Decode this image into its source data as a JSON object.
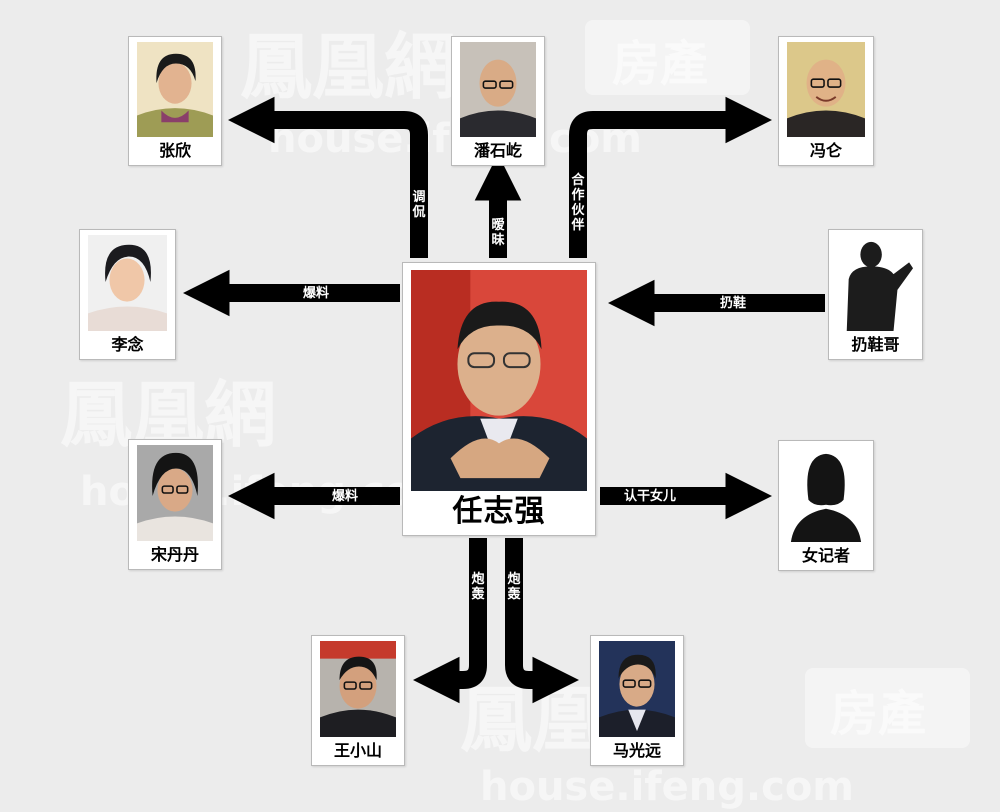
{
  "watermarks": {
    "cn": "鳳凰網",
    "badge": "房產",
    "url": "house.ifeng.com"
  },
  "center": {
    "name": "任志强"
  },
  "nodes": [
    {
      "id": "zhangxin",
      "name": "张欣",
      "relation": "调侃"
    },
    {
      "id": "panshiyi",
      "name": "潘石屹",
      "relation": "暧昧"
    },
    {
      "id": "fenglun",
      "name": "冯仑",
      "relation": "合作伙伴"
    },
    {
      "id": "linian",
      "name": "李念",
      "relation": "爆料"
    },
    {
      "id": "rengxiege",
      "name": "扔鞋哥",
      "relation": "扔鞋"
    },
    {
      "id": "songdandan",
      "name": "宋丹丹",
      "relation": "爆料"
    },
    {
      "id": "nvjizhe",
      "name": "女记者",
      "relation": "认干女儿"
    },
    {
      "id": "wangxiaoshan",
      "name": "王小山",
      "relation": "炮轰"
    },
    {
      "id": "maguangyuan",
      "name": "马光远",
      "relation": "炮轰"
    }
  ]
}
